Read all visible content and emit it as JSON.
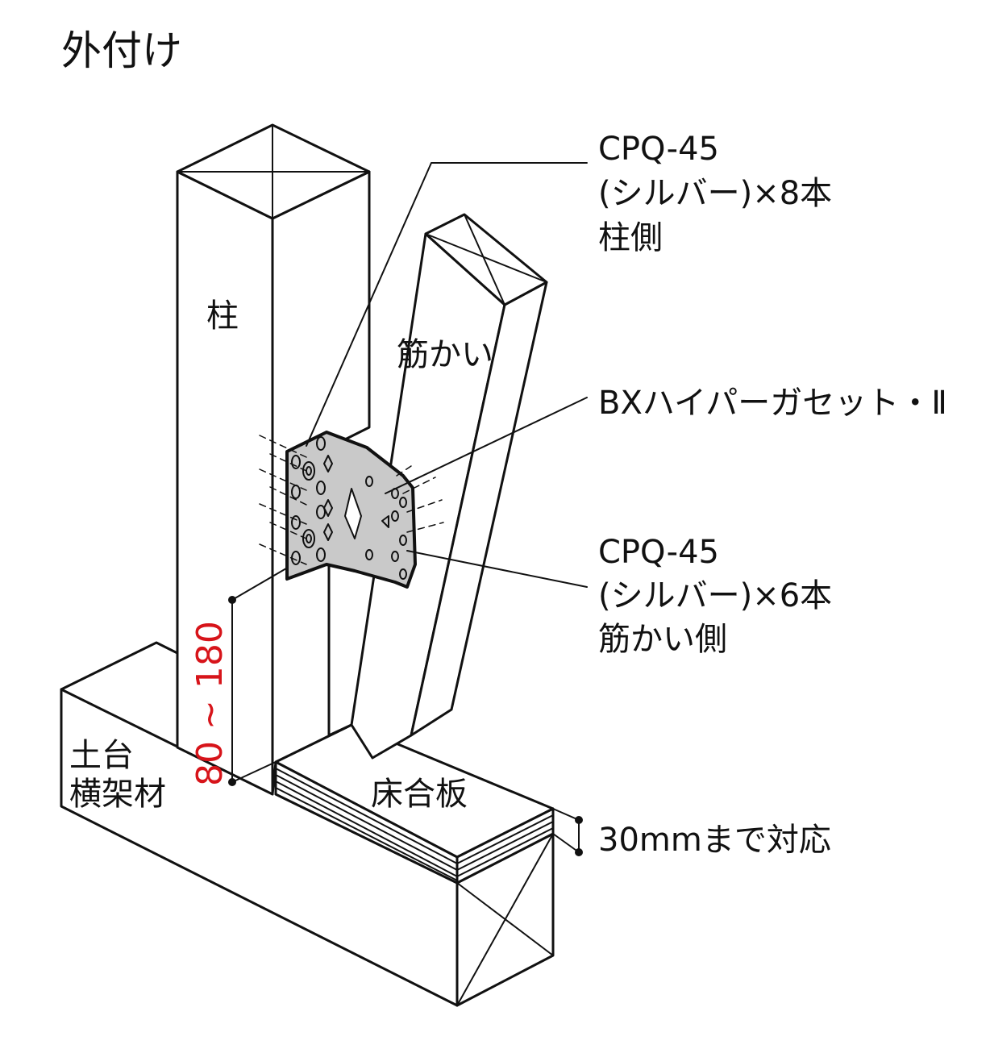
{
  "title": "外付け",
  "labels": {
    "column": "柱",
    "brace": "筋かい",
    "sill": [
      "土台",
      "横架材"
    ],
    "floorboard": "床合板"
  },
  "callouts": {
    "screws_column": [
      "CPQ-45",
      "(シルバー)×8本",
      "柱側"
    ],
    "product": "BXハイパーガセット・Ⅱ",
    "screws_brace": [
      "CPQ-45",
      "(シルバー)×6本",
      "筋かい側"
    ],
    "thickness": "30mmまで対応"
  },
  "dimension": {
    "range_text": "80 ~ 180",
    "color": "#d7141a"
  },
  "colors": {
    "line": "#111111",
    "plate": "#c9c9c9",
    "background": "#ffffff"
  }
}
